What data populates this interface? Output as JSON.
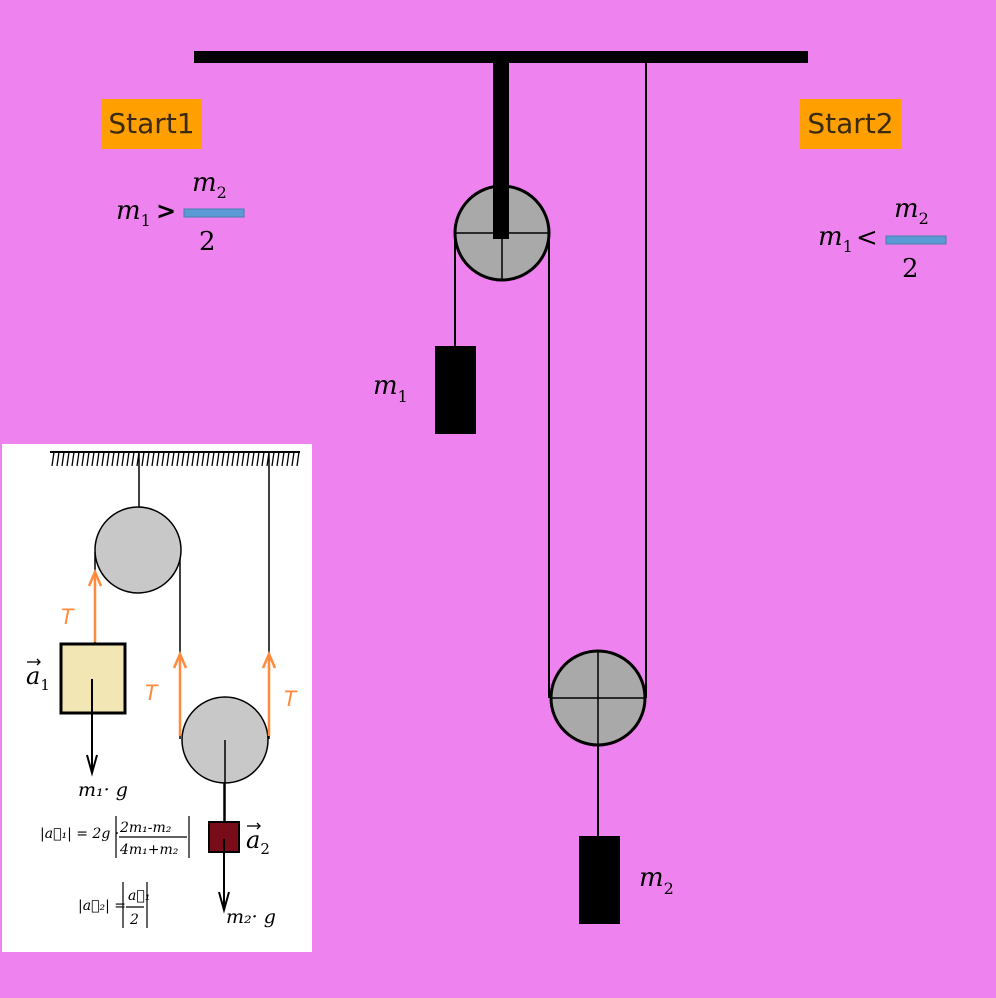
{
  "buttons": {
    "start1": "Start1",
    "start2": "Start2"
  },
  "conditions": {
    "left": {
      "lhs": "m",
      "lhs_sub": "1",
      "op": ">",
      "num": "m",
      "num_sub": "2",
      "den": "2"
    },
    "right": {
      "lhs": "m",
      "lhs_sub": "1",
      "op": "<",
      "num": "m",
      "num_sub": "2",
      "den": "2"
    }
  },
  "labels": {
    "m1": {
      "base": "m",
      "sub": "1"
    },
    "m2": {
      "base": "m",
      "sub": "2"
    }
  },
  "inset": {
    "tension": "T",
    "a1": {
      "base": "a",
      "sub": "1"
    },
    "a2": {
      "base": "a",
      "sub": "2"
    },
    "weight1": "m₁· g",
    "weight2": "m₂· g",
    "formula1": {
      "lhs": "|a⃗₁| = 2g ·",
      "num": "2m₁-m₂",
      "den": "4m₁+m₂"
    },
    "formula2": {
      "lhs": "|a⃗₂| =",
      "num": "a⃗₁",
      "den": "2"
    }
  },
  "colors": {
    "background": "#ee82ee",
    "button": "#ffa000",
    "pulley": "#a9a9a9",
    "fraction_bar": "#5b9bd5",
    "tension_arrow": "#ff8a3d",
    "block1": "#f3e6b5",
    "block2": "#7a0c1a"
  }
}
